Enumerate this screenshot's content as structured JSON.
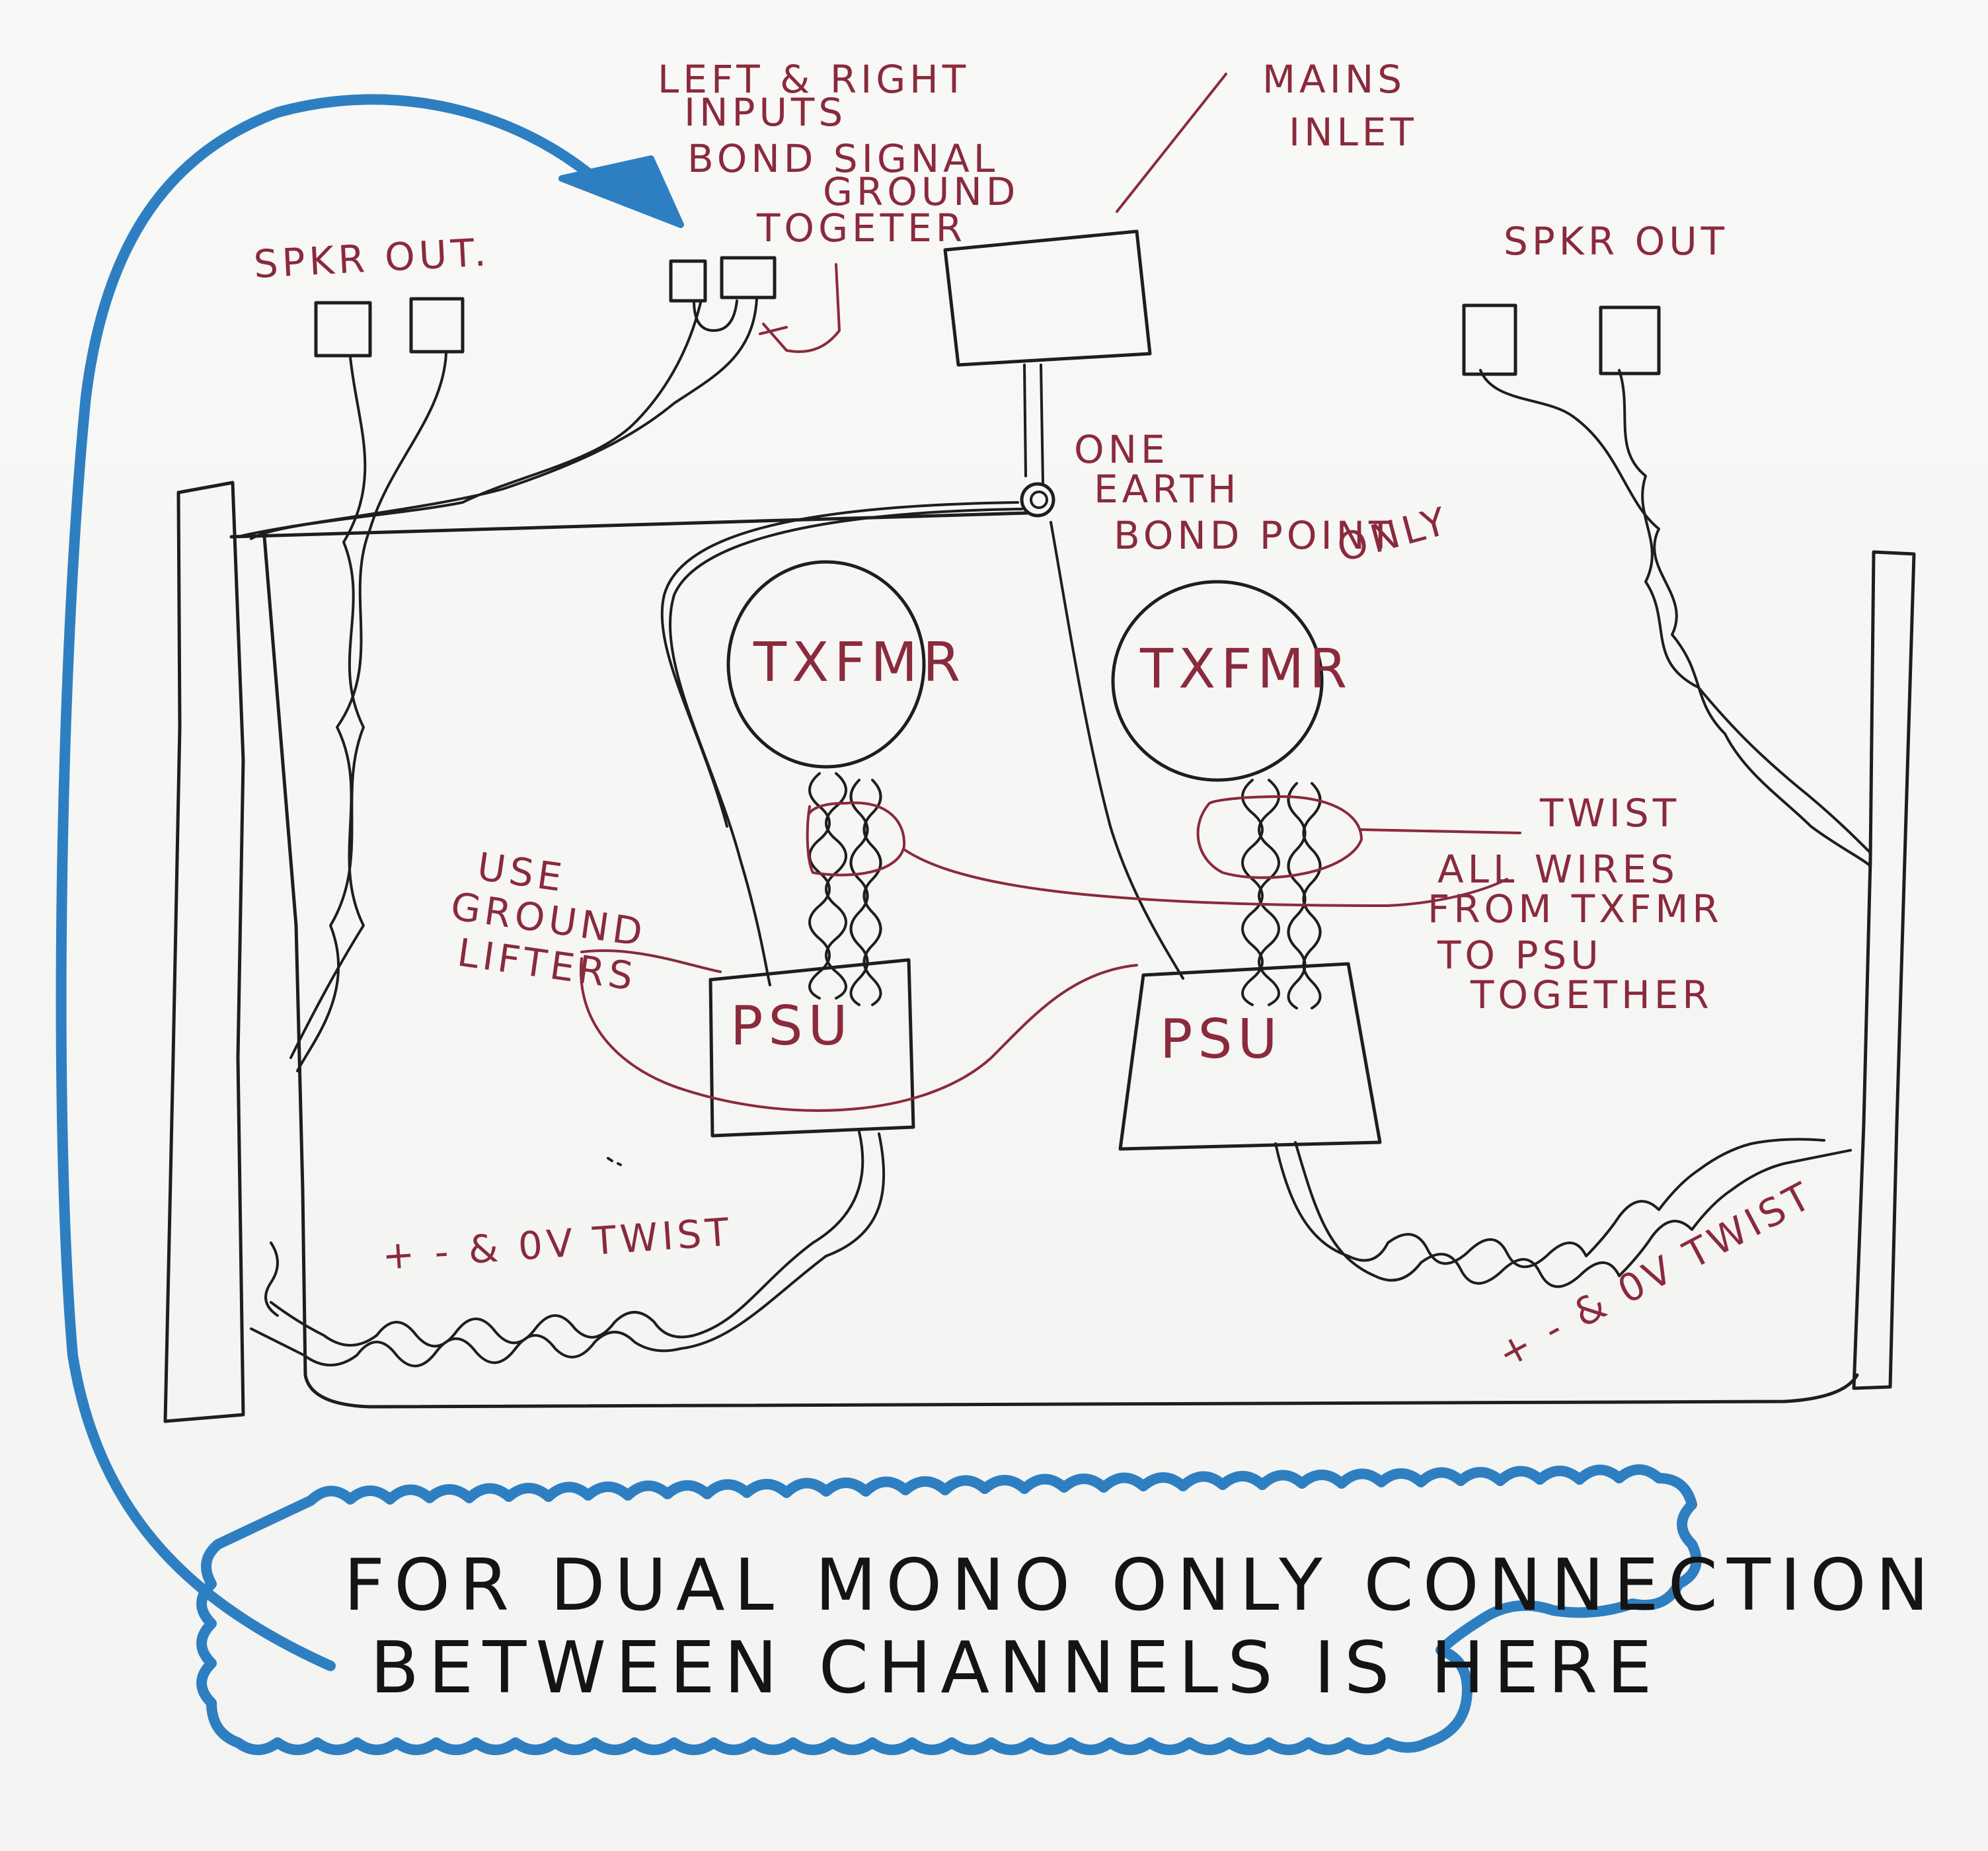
{
  "labels": {
    "spkr_out_left": "SPKR OUT.",
    "spkr_out_right": "SPKR OUT",
    "inputs_line1": "LEFT & RIGHT",
    "inputs_line2": "INPUTS",
    "inputs_line3": "BOND SIGNAL",
    "inputs_line4": "GROUND",
    "inputs_line5": "TOGETER",
    "mains_line1": "MAINS",
    "mains_line2": "INLET",
    "earth_line1": "ONE",
    "earth_line2": "EARTH",
    "earth_line3": "BOND POINT",
    "earth_line4": "ONLY",
    "txfmr_left": "TXFMR",
    "txfmr_right": "TXFMR",
    "psu_left": "PSU",
    "psu_right": "PSU",
    "ground_lifter_line1": "USE",
    "ground_lifter_line2": "GROUND",
    "ground_lifter_line3": "LIFTERS",
    "twist_line1": "TWIST",
    "twist_line2": "ALL WIRES",
    "twist_line3": "FROM TXFMR",
    "twist_line4": "TO PSU",
    "twist_line5": "TOGETHER",
    "rail_twist_left": "+ - & 0V TWIST",
    "rail_twist_right": "+ - & 0V TWIST"
  },
  "note": {
    "line1": "FOR DUAL MONO ONLY CONNECTION",
    "line2": "BETWEEN CHANNELS IS HERE"
  },
  "colors": {
    "ink": "#1e1e1e",
    "label": "#8a2a3c",
    "highlight": "#2e7fc1",
    "paper": "#f6f6f3"
  }
}
